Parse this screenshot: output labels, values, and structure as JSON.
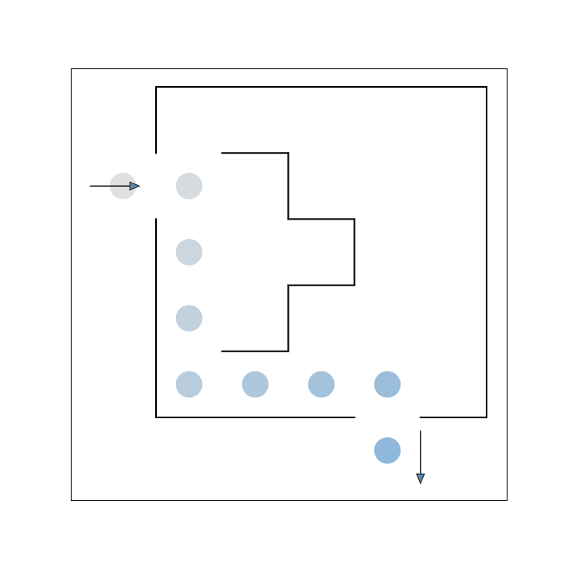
{
  "maze": {
    "cols": 5,
    "rows": 5,
    "walls": [
      {
        "name": "wall-top-outer",
        "from": [
          0,
          0
        ],
        "to": [
          5,
          0
        ]
      },
      {
        "name": "wall-left-upper",
        "from": [
          0,
          0
        ],
        "to": [
          0,
          1
        ]
      },
      {
        "name": "wall-left-lower",
        "from": [
          0,
          2
        ],
        "to": [
          0,
          5
        ]
      },
      {
        "name": "wall-right-outer",
        "from": [
          5,
          0
        ],
        "to": [
          5,
          5
        ]
      },
      {
        "name": "wall-bottom-left",
        "from": [
          0,
          5
        ],
        "to": [
          3,
          5
        ]
      },
      {
        "name": "wall-bottom-right",
        "from": [
          4,
          5
        ],
        "to": [
          5,
          5
        ]
      },
      {
        "name": "wall-inner-top",
        "from": [
          1,
          1
        ],
        "to": [
          2,
          1
        ]
      },
      {
        "name": "wall-inner-step-1",
        "from": [
          2,
          1
        ],
        "to": [
          2,
          2
        ]
      },
      {
        "name": "wall-inner-step-2",
        "from": [
          2,
          2
        ],
        "to": [
          3,
          2
        ]
      },
      {
        "name": "wall-inner-step-3",
        "from": [
          3,
          2
        ],
        "to": [
          3,
          3
        ]
      },
      {
        "name": "wall-inner-step-4",
        "from": [
          3,
          3
        ],
        "to": [
          2,
          3
        ]
      },
      {
        "name": "wall-inner-step-5",
        "from": [
          2,
          3
        ],
        "to": [
          2,
          4
        ]
      },
      {
        "name": "wall-inner-bottom",
        "from": [
          2,
          4
        ],
        "to": [
          1,
          4
        ]
      }
    ],
    "path": [
      {
        "col": -1,
        "row": 1.5
      },
      {
        "col": 0,
        "row": 1.5
      },
      {
        "col": 0,
        "row": 2.5
      },
      {
        "col": 0,
        "row": 3.5
      },
      {
        "col": 0,
        "row": 4.5
      },
      {
        "col": 1,
        "row": 4.5
      },
      {
        "col": 2,
        "row": 4.5
      },
      {
        "col": 3,
        "row": 4.5
      },
      {
        "col": 3,
        "row": 5.5
      }
    ],
    "entry_arrow": {
      "from": [
        -1.5,
        1.5
      ],
      "to": [
        -0.75,
        1.5
      ]
    },
    "exit_arrow": {
      "from": [
        3.5,
        5.2
      ],
      "to": [
        3.5,
        6.0
      ]
    },
    "colors": {
      "wall": "#000000",
      "frame": "#000000",
      "arrow_fill": "#5f84a4",
      "path_start": "#e0e0e0",
      "path_end": "#8fb8da"
    }
  }
}
